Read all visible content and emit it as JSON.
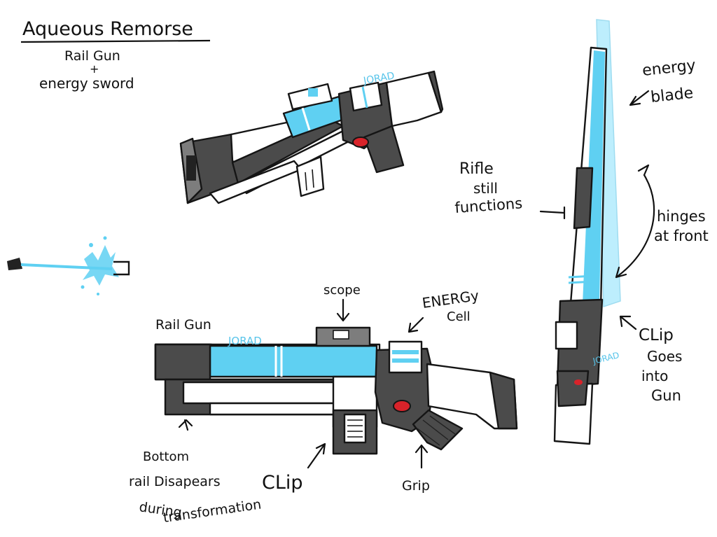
{
  "title": "Aqueous Remorse",
  "subtitle": [
    "Rail Gun",
    "+",
    "energy sword"
  ],
  "signature": "JORAD",
  "labels": {
    "energy_blade": [
      "energy",
      "blade"
    ],
    "rifle_still": [
      "Rifle",
      "still",
      "functions"
    ],
    "hinges": [
      "hinges",
      "at front"
    ],
    "clip_goes": [
      "CLip",
      "Goes",
      "into",
      "Gun"
    ],
    "scope": "scope",
    "energy_cell": [
      "ENERGy",
      "Cell"
    ],
    "rail_gun": "Rail Gun",
    "bottom_rail": [
      "Bottom",
      "rail Disapears",
      "during",
      "transformation"
    ],
    "clip": "CLip",
    "grip": "Grip"
  },
  "colors": {
    "accent": "#5fd0f2",
    "dark_metal": "#4b4b4b",
    "outline": "#151515"
  }
}
